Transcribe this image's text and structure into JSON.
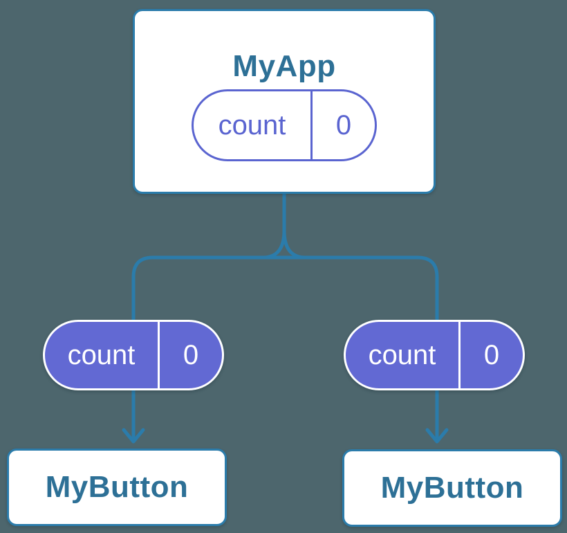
{
  "diagram": {
    "description": "React component tree diagram showing state passed down as props",
    "background_color": "#4d666d",
    "colors": {
      "connector_blue": "#2b7cab",
      "box_border_blue": "#2b7cab",
      "box_background": "#ffffff",
      "title_text_blue": "#2d7096",
      "pill_purple_stroke": "#5a64d0",
      "pill_purple_fill": "#6269d3",
      "pill_light_text": "#ffffff"
    },
    "nodes": {
      "root": {
        "title": "MyApp",
        "state": {
          "name": "count",
          "value": "0"
        }
      },
      "left_child": {
        "title": "MyButton"
      },
      "right_child": {
        "title": "MyButton"
      }
    },
    "props": {
      "left": {
        "name": "count",
        "value": "0"
      },
      "right": {
        "name": "count",
        "value": "0"
      }
    }
  }
}
